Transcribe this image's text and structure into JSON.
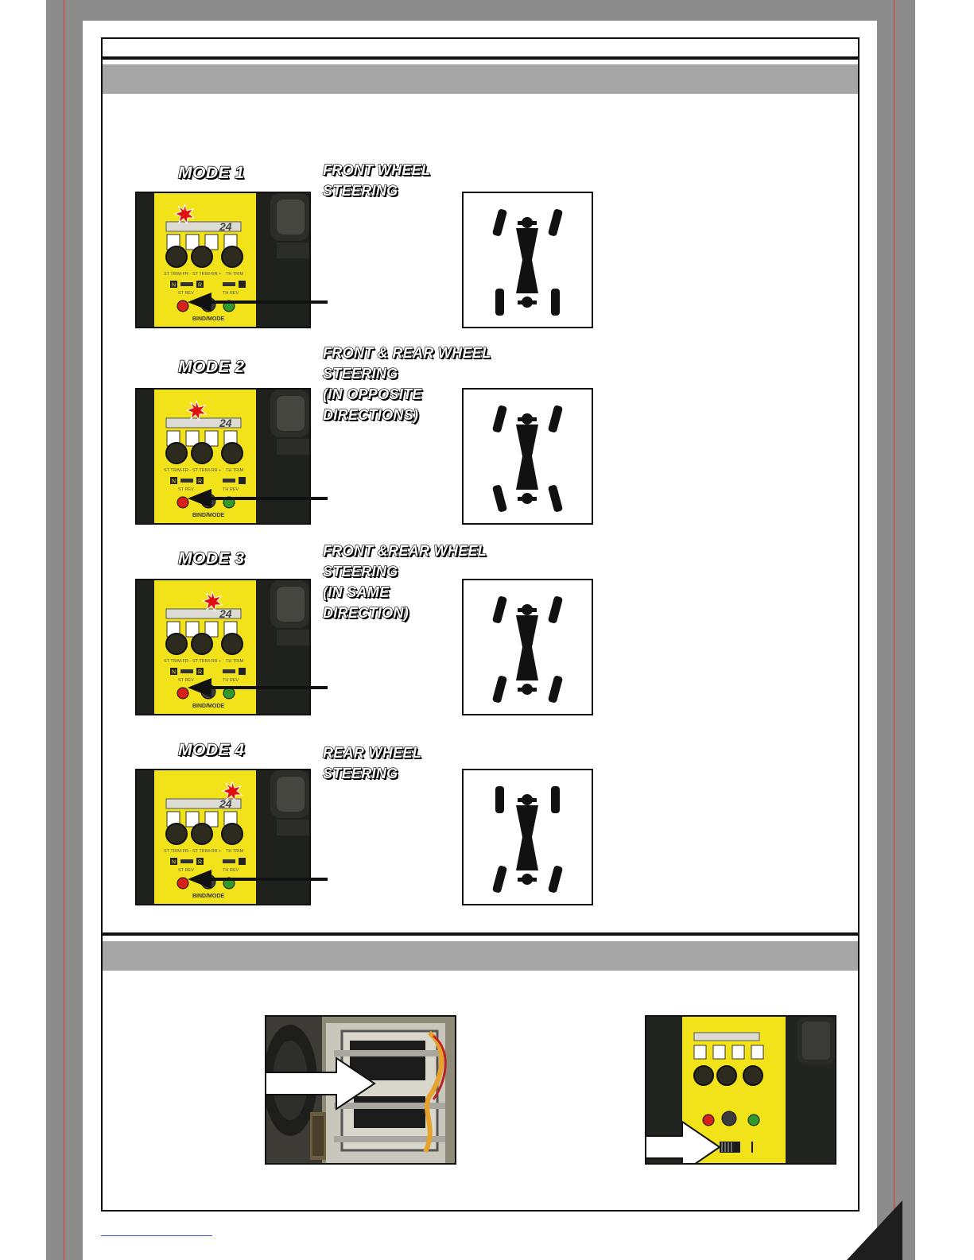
{
  "modes": [
    {
      "title": "MODE 1",
      "description": "FRONT WHEEL\nSTEERING",
      "indicator_led": 1,
      "rotation": "front"
    },
    {
      "title": "MODE 2",
      "description": "FRONT & REAR WHEEL\nSTEERING\n(IN OPPOSITE\nDIRECTIONS)",
      "indicator_led": 2,
      "rotation": "opposite"
    },
    {
      "title": "MODE 3",
      "description": "FRONT &REAR WHEEL\nSTEERING\n(IN SAME\nDIRECTION)",
      "indicator_led": 3,
      "rotation": "same"
    },
    {
      "title": "MODE 4",
      "description": "REAR WHEEL\nSTEERING",
      "indicator_led": 4,
      "rotation": "rear"
    }
  ],
  "transmitter": {
    "brand_number": "24",
    "trim_labels": [
      "ST TRIM-FR -",
      "ST TRIM-RR +",
      "TH TRIM"
    ],
    "st_rev": "ST REV",
    "th_rev": "TH REV",
    "switch_n": "N",
    "switch_r": "R",
    "bind_mode": "BIND/MODE"
  },
  "colors": {
    "transmitter_yellow": "#f2e21a",
    "section_band": "#a6a6a6",
    "led_red": "#d8201a",
    "led_green": "#2f9a2a",
    "burst": "#e01010"
  }
}
